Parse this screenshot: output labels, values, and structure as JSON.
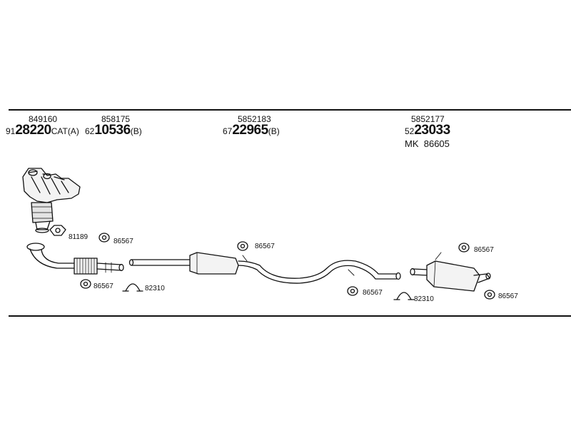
{
  "header": {
    "groups": [
      {
        "top": "849160",
        "prefix": "91",
        "main": "28220",
        "suffix": "CAT(A)"
      },
      {
        "top": "858175",
        "prefix": "62",
        "main": "10536",
        "suffix": "(B)"
      },
      {
        "top": "5852183",
        "prefix": "67",
        "main": "22965",
        "suffix": "(B)"
      },
      {
        "top": "5852177",
        "prefix": "52",
        "main": "23033",
        "suffix": "",
        "kit_label": "MK",
        "kit_number": "86605"
      }
    ]
  },
  "parts": {
    "p81189": "81189",
    "p86567_a": "86567",
    "p86567_b": "86567",
    "p82310_a": "82310",
    "p86567_c": "86567",
    "p86567_d": "86567",
    "p82310_b": "82310",
    "p86567_e": "86567",
    "p86567_f": "86567"
  }
}
